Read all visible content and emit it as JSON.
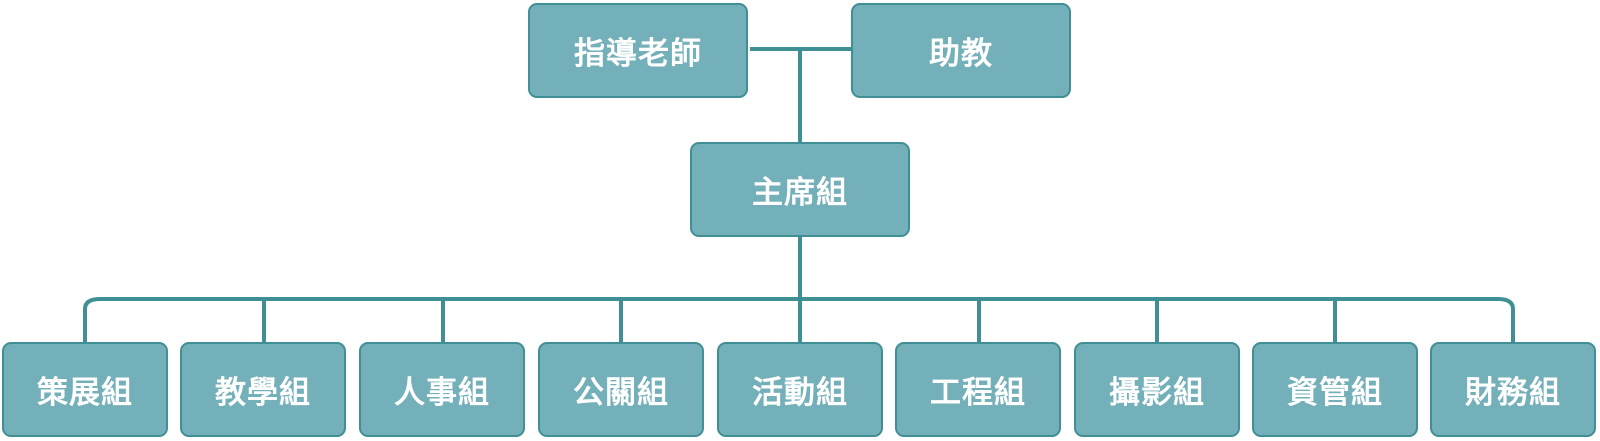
{
  "colors": {
    "node_fill": "#74b0b9",
    "node_border": "#3f8f94",
    "connector": "#3f8f94",
    "text": "#ffffff"
  },
  "org_chart": {
    "advisors": [
      {
        "label": "指導老師"
      },
      {
        "label": "助教"
      }
    ],
    "chair": {
      "label": "主席組"
    },
    "groups": [
      {
        "label": "策展組"
      },
      {
        "label": "教學組"
      },
      {
        "label": "人事組"
      },
      {
        "label": "公關組"
      },
      {
        "label": "活動組"
      },
      {
        "label": "工程組"
      },
      {
        "label": "攝影組"
      },
      {
        "label": "資管組"
      },
      {
        "label": "財務組"
      }
    ]
  }
}
